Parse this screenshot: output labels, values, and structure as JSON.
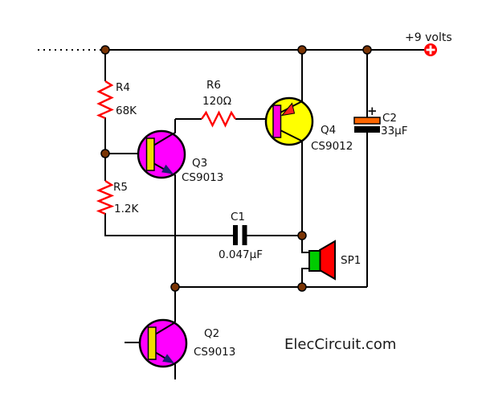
{
  "diagram": {
    "supply_label": "+9 volts",
    "watermark": "ElecCircuit.com"
  },
  "components": {
    "r4": {
      "ref": "R4",
      "value": "68K"
    },
    "r5": {
      "ref": "R5",
      "value": "1.2K"
    },
    "r6": {
      "ref": "R6",
      "value": "120Ω"
    },
    "c1": {
      "ref": "C1",
      "value": "0.047µF"
    },
    "c2": {
      "ref": "C2",
      "value": "33µF",
      "polarity": "+"
    },
    "q2": {
      "ref": "Q2",
      "part": "CS9013"
    },
    "q3": {
      "ref": "Q3",
      "part": "CS9013"
    },
    "q4": {
      "ref": "Q4",
      "part": "CS9012"
    },
    "sp1": {
      "ref": "SP1"
    }
  },
  "colors": {
    "wire": "#000000",
    "resistor": "#ff0000",
    "npn_body": "#ff00ff",
    "npn_base_bar": "#f0dc00",
    "pnp_body": "#ffff00",
    "pnp_base_bar": "#ff00dd",
    "npn_arrow": "#1c1c6e",
    "pnp_arrow": "#ff2222",
    "junction_dot": "#7b3505",
    "speaker_body": "#00cc00",
    "speaker_cone": "#ff0000",
    "cap_polar_plate": "#ff6600",
    "supply_terminal": "#ff0000"
  }
}
